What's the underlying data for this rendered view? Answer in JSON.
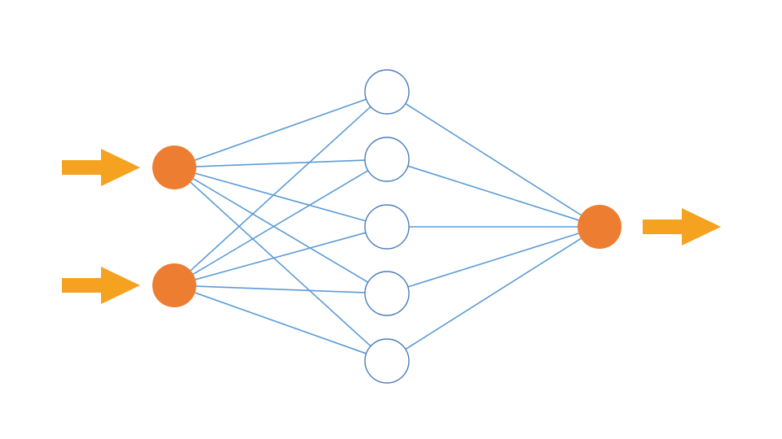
{
  "diagram": {
    "type": "neural-network",
    "layers": [
      {
        "name": "input",
        "node_count": 2
      },
      {
        "name": "hidden",
        "node_count": 5
      },
      {
        "name": "output",
        "node_count": 1
      }
    ],
    "connections": "fully-connected",
    "input_arrows": 2,
    "output_arrows": 1
  },
  "colors": {
    "background": "#ffffff",
    "input_node_fill": "#ed7d31",
    "output_node_fill": "#ed7d31",
    "hidden_node_fill": "#ffffff",
    "hidden_node_stroke": "#4a7ebb",
    "edge": "#5b9bd5",
    "arrow": "#f4a21f"
  }
}
